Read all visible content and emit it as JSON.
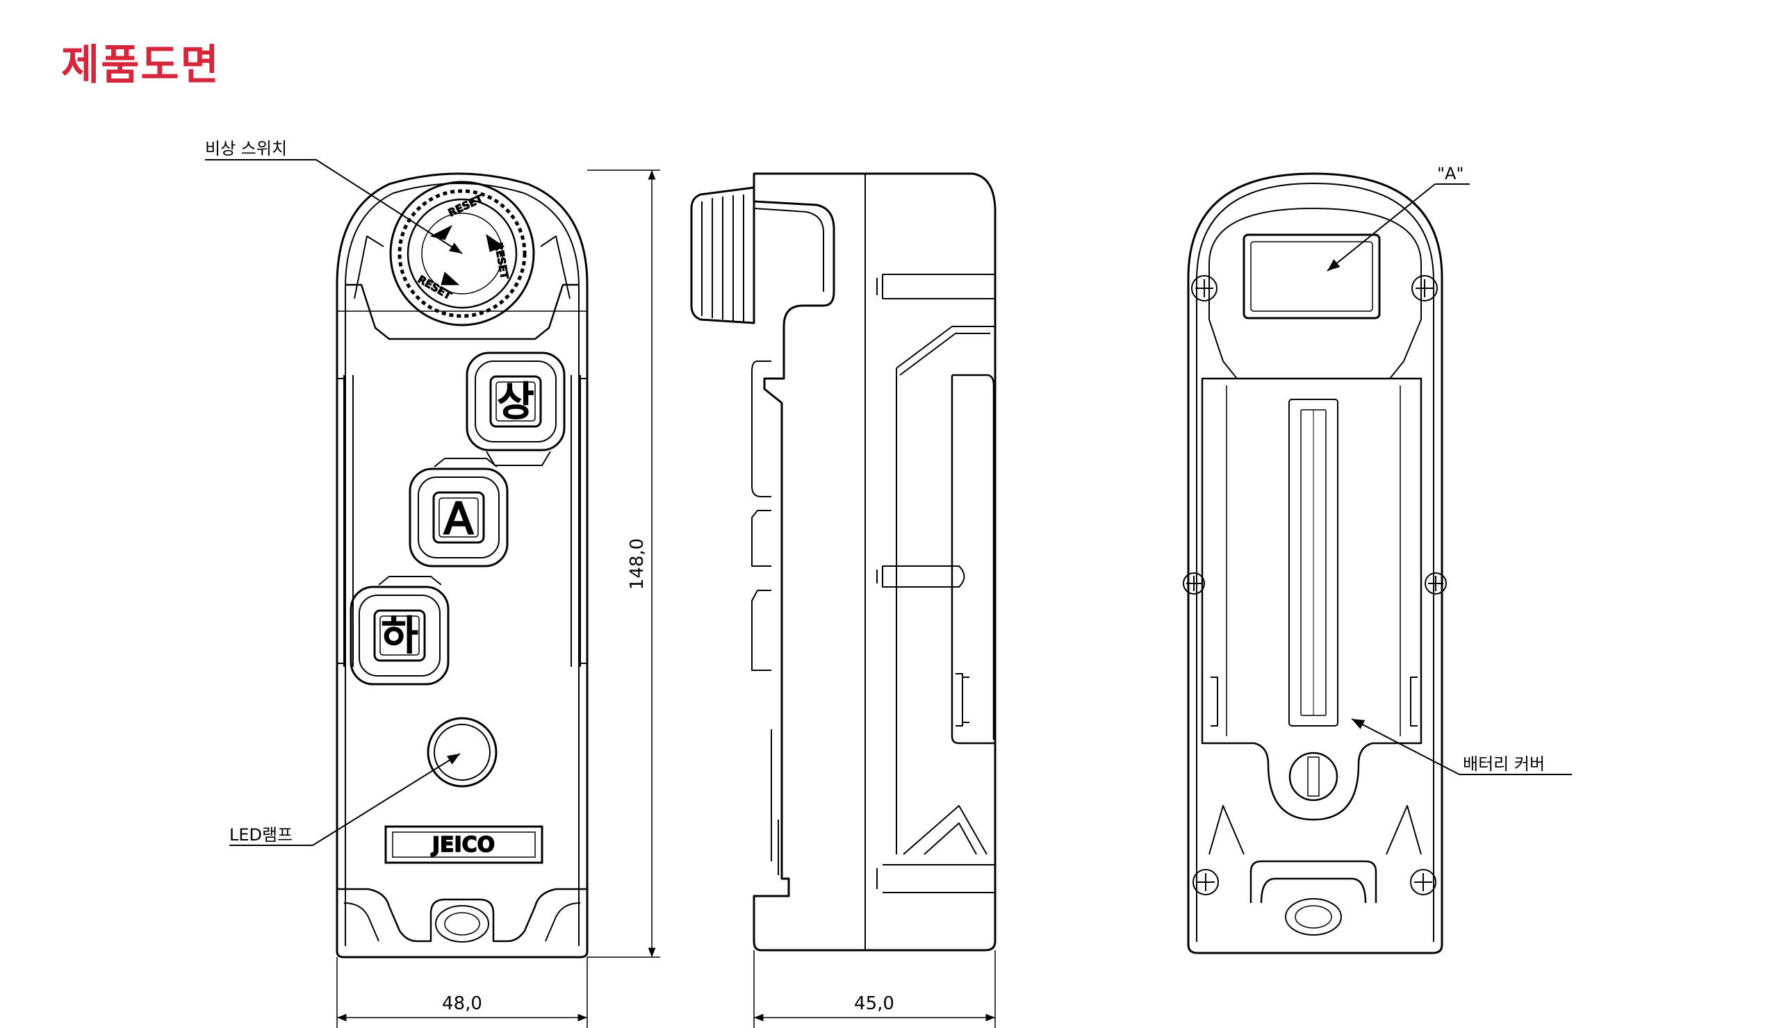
{
  "page": {
    "title": "제품도면",
    "title_color": "#d6263c"
  },
  "callouts": {
    "emergency_switch": "비상  스위치",
    "led_lamp": "LED램프",
    "view_a": "\"A\"",
    "battery_cover": "배터리  커버"
  },
  "buttons": {
    "up": "상",
    "auto": "A",
    "down": "하"
  },
  "switch_markings": {
    "reset": "RESET"
  },
  "brand_plate": "JEICO",
  "dimensions": {
    "height": "148,0",
    "width": "48,0",
    "depth": "45,0"
  }
}
